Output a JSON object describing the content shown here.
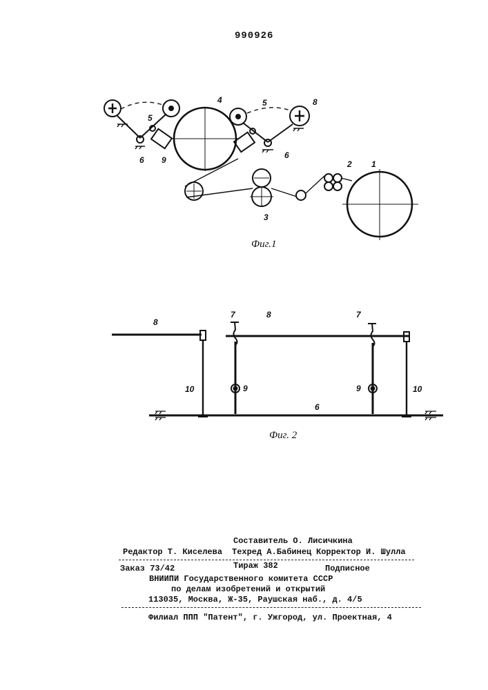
{
  "header": {
    "patent_number": "990926"
  },
  "figure1": {
    "caption": "Фиг.1",
    "labels": {
      "l1": "1",
      "l2": "2",
      "l3": "3",
      "l4": "4",
      "l5a": "5",
      "l5b": "5",
      "l6a": "6",
      "l6b": "6",
      "l8": "8",
      "l9": "9"
    }
  },
  "figure2": {
    "caption": "Фиг. 2",
    "labels": {
      "l6": "6",
      "l7a": "7",
      "l7b": "7",
      "l8a": "8",
      "l8b": "8",
      "l9a": "9",
      "l9b": "9",
      "l10a": "10",
      "l10b": "10"
    }
  },
  "imprint": {
    "compiler": "Составитель О. Лисичкина",
    "editor": "Редактор Т. Киселева",
    "techred": "Техред А.Бабинец",
    "corrector": "Корректор И. Шулла",
    "order": "Заказ 73/42",
    "circulation": "Тираж 382",
    "subscription": "Подписное",
    "org_line1": "ВНИИПИ Государственного комитета СССР",
    "org_line2": "по делам изобретений и открытий",
    "address": "113035, Москва, Ж-35, Раушская наб., д. 4/5",
    "branch": "Филиал ППП \"Патент\", г. Ужгород, ул. Проектная, 4"
  }
}
